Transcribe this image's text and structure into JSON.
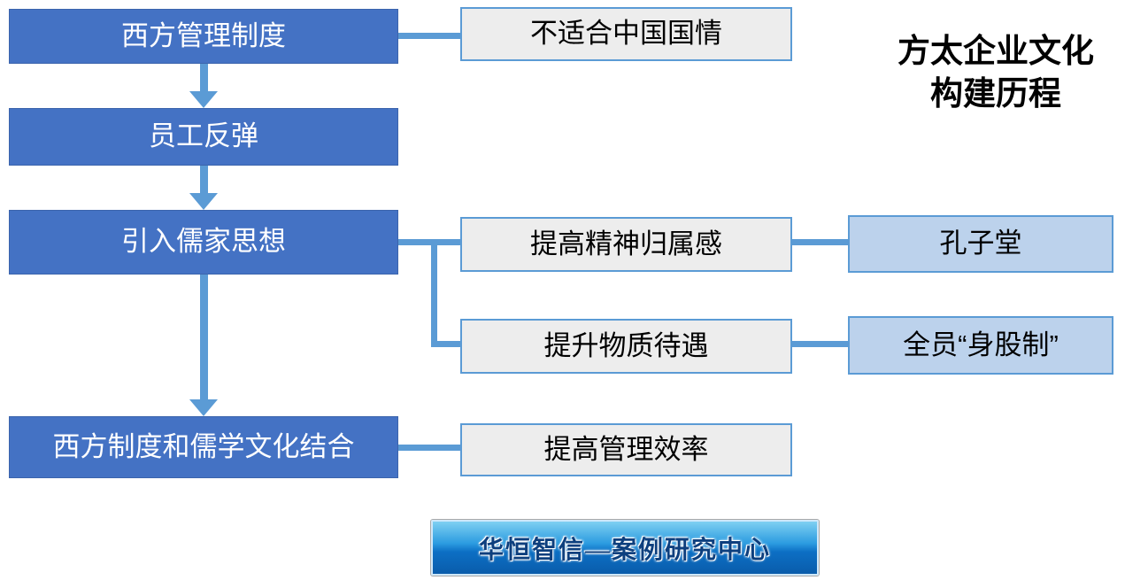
{
  "title": {
    "line1": "方太企业文化",
    "line2": "构建历程"
  },
  "nodes": {
    "western_system": "西方管理制度",
    "not_suitable": "不适合中国国情",
    "employee_backlash": "员工反弹",
    "confucian_intro": "引入儒家思想",
    "spiritual_belonging": "提高精神归属感",
    "confucius_hall": "孔子堂",
    "material_treatment": "提升物质待遇",
    "stock_system": "全员“身股制”",
    "combination": "西方制度和儒学文化结合",
    "efficiency": "提高管理效率"
  },
  "footer": {
    "badge": "华恒智信—案例研究中心"
  },
  "colors": {
    "primary_blue": "#4472C4",
    "primary_blue_border": "#3B64AC",
    "connector_blue": "#5B9BD5",
    "light_blue_fill": "#BCD2EC",
    "gray_fill": "#EDEDED",
    "banner_top": "#7FD0F2",
    "banner_bottom": "#0A5CAB"
  }
}
